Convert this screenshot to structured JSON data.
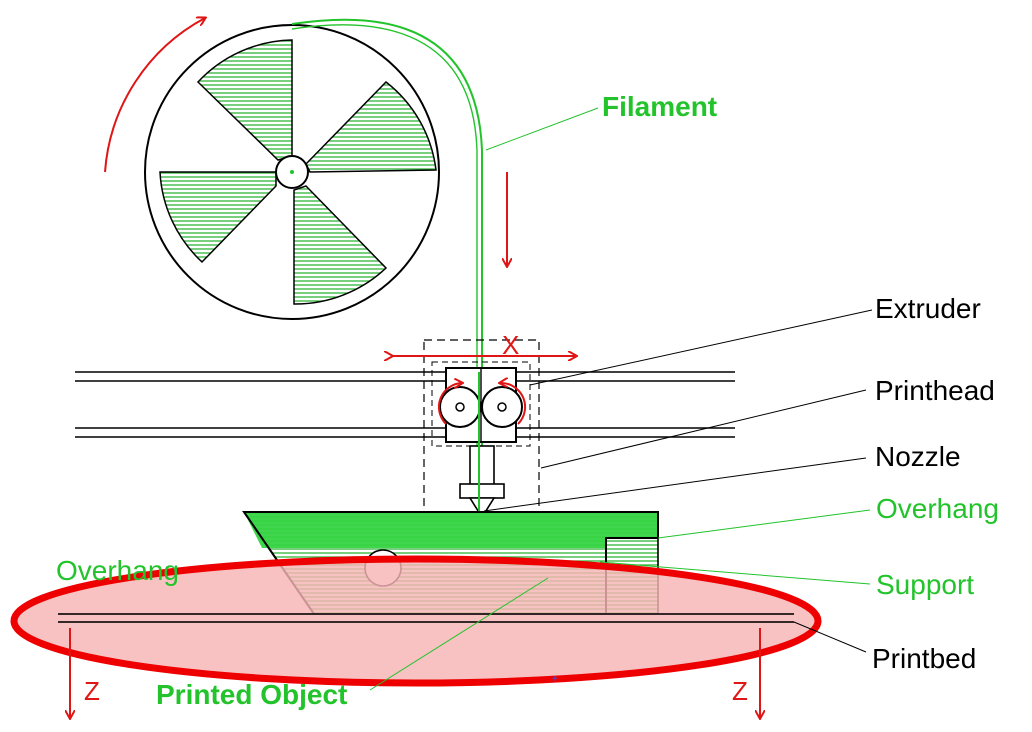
{
  "labels": {
    "filament": "Filament",
    "extruder": "Extruder",
    "printhead": "Printhead",
    "nozzle": "Nozzle",
    "overhang_right": "Overhang",
    "overhang_left": "Overhang",
    "support": "Support",
    "printbed": "Printbed",
    "printed_object": "Printed Object",
    "axis_x": "X",
    "axis_z_left": "Z",
    "axis_z_right": "Z"
  },
  "colors": {
    "green": "#22c32b",
    "green_fill": "#35d443",
    "red": "#e01515",
    "line": "#000000",
    "highlight_fill": "#f7b4b4",
    "highlight_stroke": "#ee0000"
  }
}
